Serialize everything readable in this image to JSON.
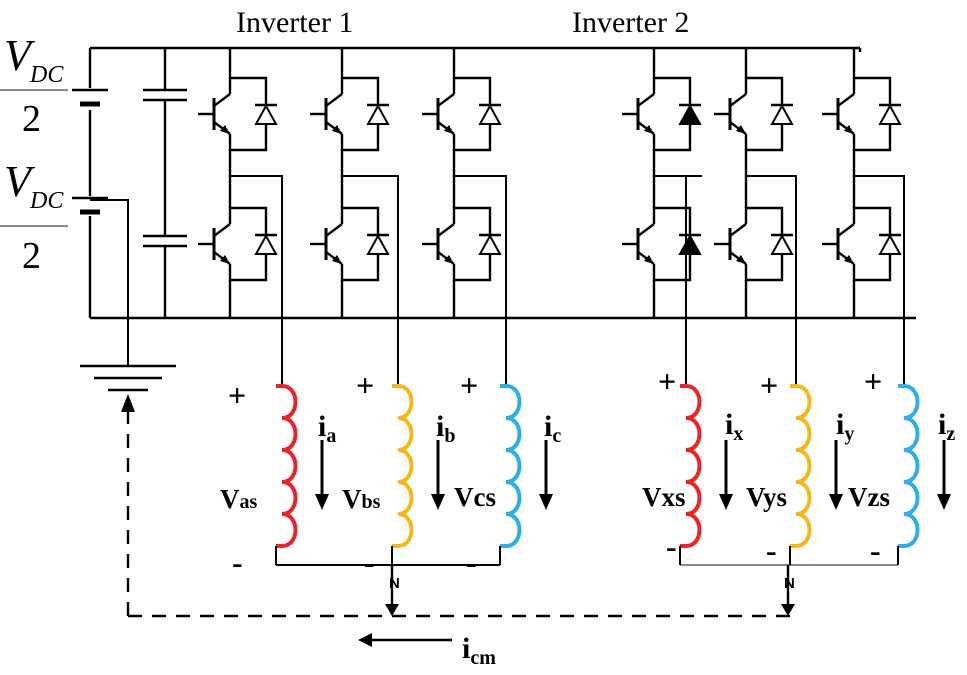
{
  "titles": {
    "inverter1": "Inverter 1",
    "inverter2": "Inverter 2"
  },
  "dc_source": {
    "v_main": "V",
    "v_sub": "DC",
    "divisor": "2"
  },
  "neutral_label": "N",
  "common_mode_current": {
    "main": "i",
    "sub": "cm"
  },
  "phases": [
    {
      "id": "a",
      "color": "#e8262a",
      "current_main": "i",
      "current_sub": "a",
      "voltage_main": "V",
      "voltage_sub": "as",
      "plus": "+",
      "minus": "-"
    },
    {
      "id": "b",
      "color": "#f5b81c",
      "current_main": "i",
      "current_sub": "b",
      "voltage_main": "V",
      "voltage_sub": "bs",
      "plus": "+",
      "minus": "-"
    },
    {
      "id": "c",
      "color": "#2eaee6",
      "current_main": "i",
      "current_sub": "c",
      "voltage_main": "Vcs",
      "voltage_sub": "",
      "plus": "+",
      "minus": "-"
    },
    {
      "id": "x",
      "color": "#e8262a",
      "current_main": "i",
      "current_sub": "x",
      "voltage_main": "Vxs",
      "voltage_sub": "",
      "plus": "+",
      "minus": "-"
    },
    {
      "id": "y",
      "color": "#f5b81c",
      "current_main": "i",
      "current_sub": "y",
      "voltage_main": "Vys",
      "voltage_sub": "",
      "plus": "+",
      "minus": "-"
    },
    {
      "id": "z",
      "color": "#2eaee6",
      "current_main": "i",
      "current_sub": "z",
      "voltage_main": "Vzs",
      "voltage_sub": "",
      "plus": "+",
      "minus": "-"
    }
  ]
}
